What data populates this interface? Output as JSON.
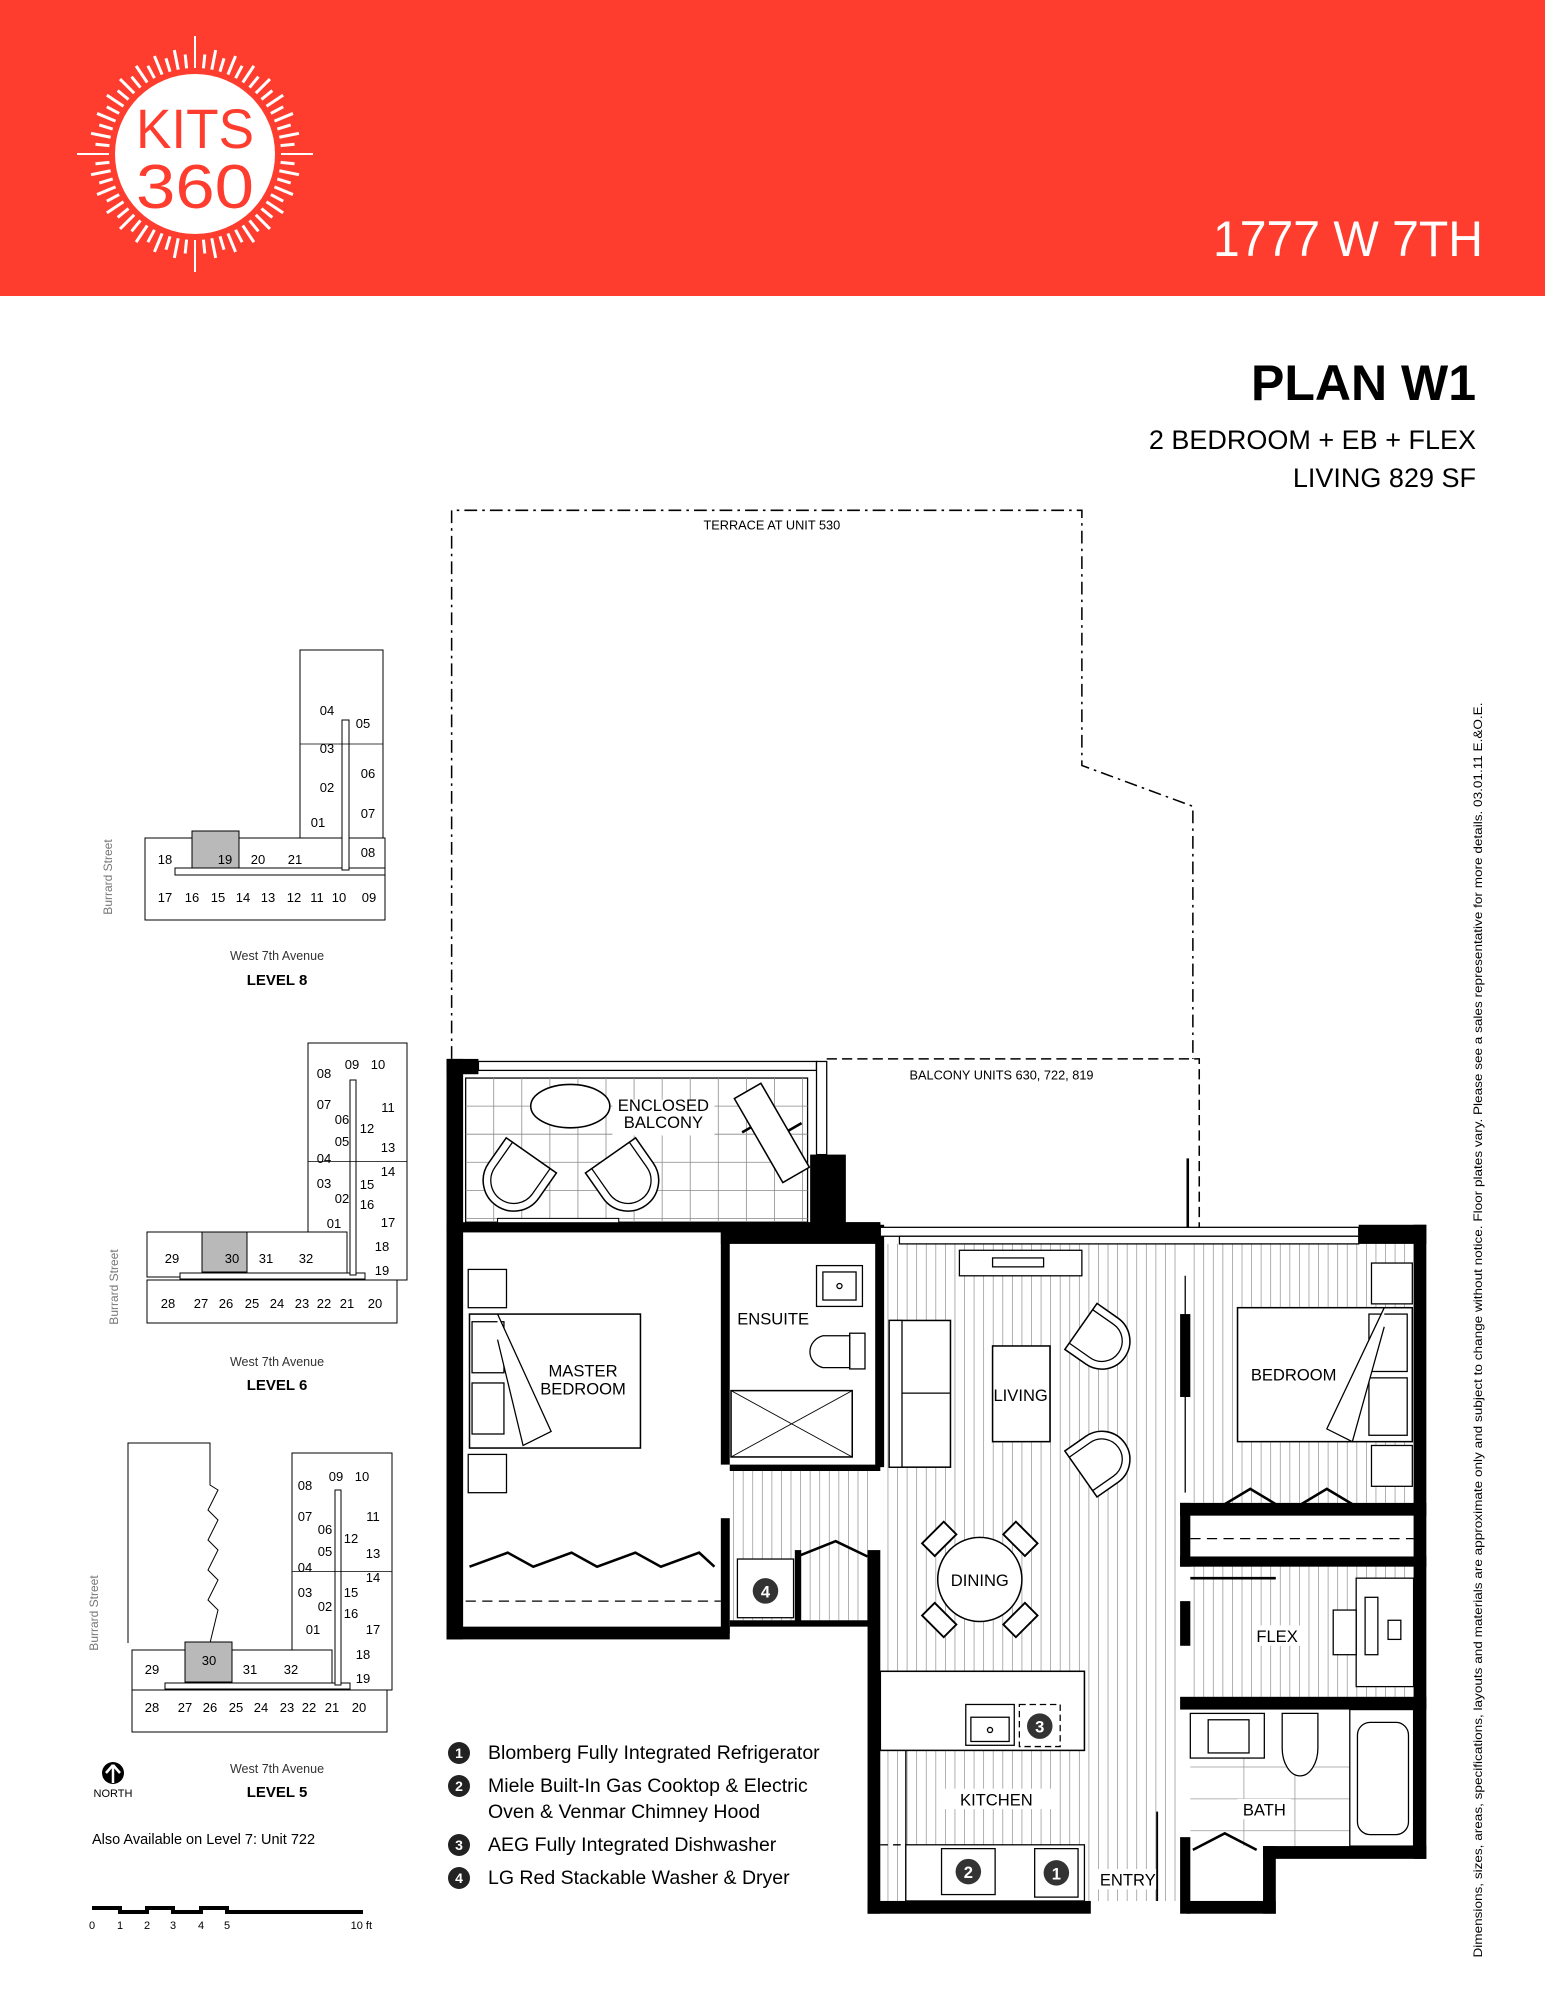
{
  "colors": {
    "brand": "#fe3d2f",
    "highlight": "#b9b9b9",
    "wall": "#000000"
  },
  "header": {
    "logo_text": [
      "KITS",
      "360"
    ],
    "address": "1777 W 7TH"
  },
  "plan": {
    "title": "PLAN W1",
    "type": "2 BEDROOM + EB + FLEX",
    "area": "LIVING 829 SF"
  },
  "floorplan": {
    "terrace_label": "TERRACE AT UNIT 530",
    "balcony_label": "BALCONY UNITS 630, 722, 819",
    "rooms": {
      "enclosed_balcony": [
        "ENCLOSED",
        "BALCONY"
      ],
      "master_bedroom": [
        "MASTER",
        "BEDROOM"
      ],
      "ensuite": "ENSUITE",
      "living": "LIVING",
      "dining": "DINING",
      "bedroom": "BEDROOM",
      "flex": "FLEX",
      "kitchen": "KITCHEN",
      "bath": "BATH",
      "entry": "ENTRY"
    },
    "markers": [
      "1",
      "2",
      "3",
      "4"
    ]
  },
  "legend": [
    {
      "num": "1",
      "lines": [
        "Blomberg Fully Integrated Refrigerator"
      ]
    },
    {
      "num": "2",
      "lines": [
        "Miele Built-In Gas Cooktop & Electric",
        "Oven & Venmar Chimney Hood"
      ]
    },
    {
      "num": "3",
      "lines": [
        "AEG Fully Integrated Dishwasher"
      ]
    },
    {
      "num": "4",
      "lines": [
        "LG Red Stackable Washer & Dryer"
      ]
    }
  ],
  "keyplans": [
    {
      "level": "LEVEL 8",
      "side_street": "Burrard Street",
      "front_street": "West 7th Avenue",
      "highlighted": "19",
      "units": [
        "04",
        "05",
        "03",
        "06",
        "02",
        "07",
        "01",
        "08",
        "18",
        "19",
        "20",
        "21",
        "17",
        "16",
        "15",
        "14",
        "13",
        "12",
        "11",
        "10",
        "09"
      ]
    },
    {
      "level": "LEVEL 6",
      "side_street": "Burrard Street",
      "front_street": "West 7th Avenue",
      "highlighted": "30",
      "units": [
        "09",
        "10",
        "08",
        "07",
        "11",
        "06",
        "12",
        "05",
        "13",
        "04",
        "14",
        "03",
        "15",
        "02",
        "16",
        "17",
        "01",
        "18",
        "29",
        "30",
        "31",
        "32",
        "19",
        "28",
        "27",
        "26",
        "25",
        "24",
        "23",
        "22",
        "21",
        "20"
      ]
    },
    {
      "level": "LEVEL 5",
      "side_street": "Burrard Street",
      "front_street": "West 7th Avenue",
      "highlighted": "30",
      "units": [
        "09",
        "10",
        "08",
        "07",
        "11",
        "06",
        "12",
        "05",
        "13",
        "04",
        "14",
        "03",
        "15",
        "02",
        "16",
        "17",
        "01",
        "18",
        "30",
        "29",
        "31",
        "32",
        "19",
        "28",
        "27",
        "26",
        "25",
        "24",
        "23",
        "22",
        "21",
        "20"
      ]
    }
  ],
  "north_label": "NORTH",
  "availability": "Also Available on Level 7: Unit 722",
  "scale_bar": {
    "ticks": [
      "0",
      "1",
      "2",
      "3",
      "4",
      "5"
    ],
    "end_label": "10 ft"
  },
  "disclaimer": "Dimensions, sizes, areas, specifications, layouts and materials are approximate only and subject to change without notice. Floor plates vary. Please see a sales representative for more details. 03.01.11 E.&O.E."
}
